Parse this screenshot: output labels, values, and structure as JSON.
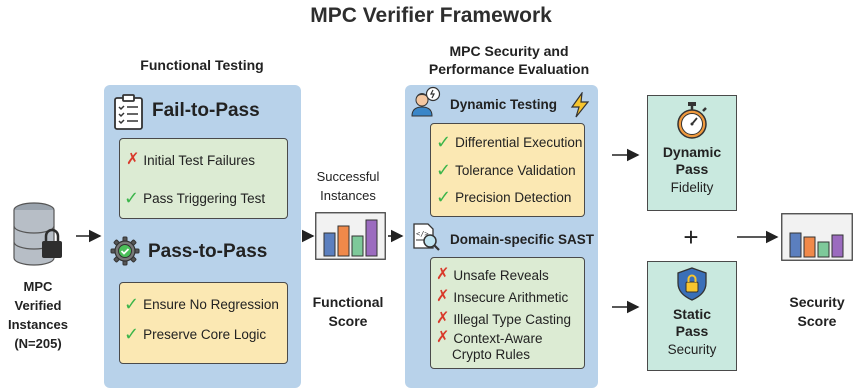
{
  "title": "MPC Verifier Framework",
  "input": {
    "lines": [
      "MPC",
      "Verified",
      "Instances",
      "(N=205)"
    ]
  },
  "functional": {
    "header": "Functional Testing",
    "fail_to_pass": {
      "title": "Fail-to-Pass",
      "items": [
        "Initial Test Failures",
        "Pass Triggering Test"
      ]
    },
    "pass_to_pass": {
      "title": "Pass-to-Pass",
      "items": [
        "Ensure No Regression",
        "Preserve Core Logic"
      ]
    }
  },
  "middle": {
    "successful": [
      "Successful",
      "Instances"
    ],
    "score": [
      "Functional",
      "Score"
    ]
  },
  "security": {
    "header": [
      "MPC Security and",
      "Performance Evaluation"
    ],
    "dynamic": {
      "title": "Dynamic Testing",
      "items": [
        "Differential Execution",
        "Tolerance Validation",
        "Precision Detection"
      ]
    },
    "sast": {
      "title": "Domain-specific SAST",
      "items": [
        "Unsafe Reveals",
        "Insecure Arithmetic",
        "Illegal Type Casting",
        "Context-Aware",
        "Crypto Rules"
      ]
    }
  },
  "passes": {
    "dynamic": {
      "name": [
        "Dynamic",
        "Pass"
      ],
      "sub": "Fidelity"
    },
    "static": {
      "name": [
        "Static",
        "Pass"
      ],
      "sub": "Security"
    },
    "plus": "+"
  },
  "output": {
    "lines": [
      "Security",
      "Score"
    ]
  },
  "colors": {
    "panel": "#b8d2ea",
    "green_box": "#dcebd3",
    "yellow_box": "#fbe8b3",
    "teal_box": "#c9e9df",
    "check": "#3bb54a",
    "cross": "#d93a2b",
    "bars": [
      "#5b7fbf",
      "#f0894a",
      "#7ec99a",
      "#9b6bbf"
    ]
  },
  "icons": [
    "database-lock-icon",
    "clipboard-checklist-icon",
    "gear-check-icon",
    "bar-chart-icon",
    "developer-icon",
    "lightning-icon",
    "code-magnifier-icon",
    "stopwatch-icon",
    "shield-lock-icon"
  ]
}
